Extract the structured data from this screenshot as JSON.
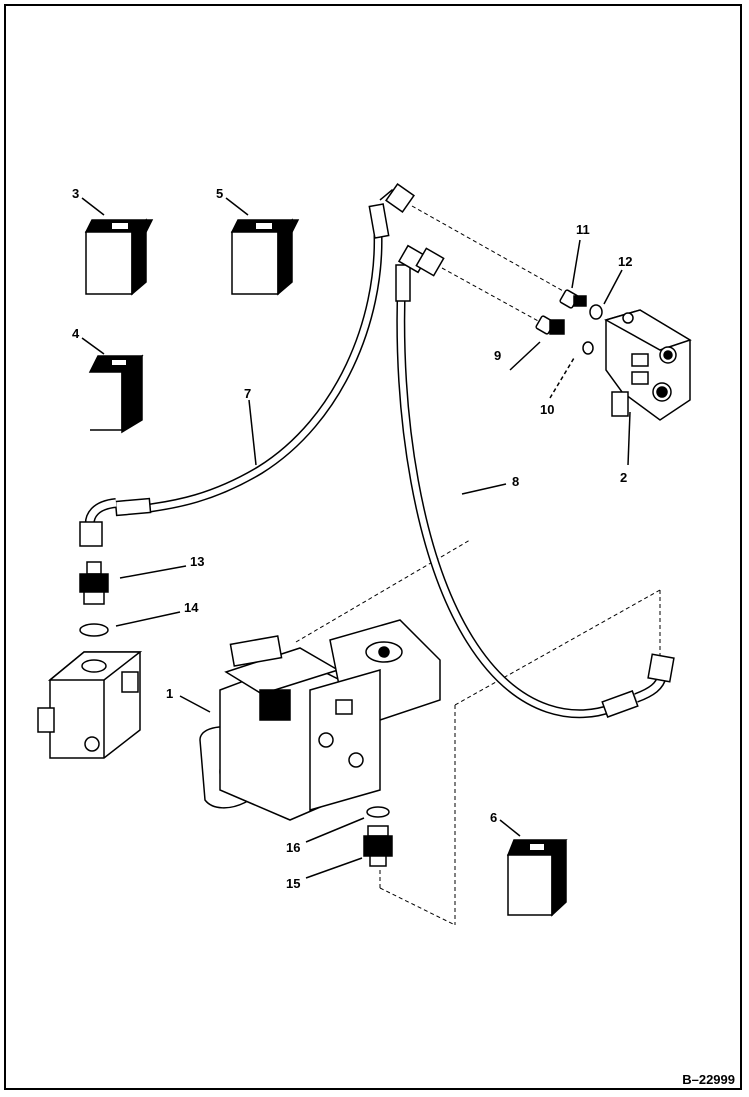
{
  "diagram": {
    "callouts": {
      "c1": "1",
      "c2": "2",
      "c3": "3",
      "c4": "4",
      "c5": "5",
      "c6": "6",
      "c7": "7",
      "c8": "8",
      "c9": "9",
      "c10": "10",
      "c11": "11",
      "c12": "12",
      "c13": "13",
      "c14": "14",
      "c15": "15",
      "c16": "16"
    },
    "reference_number": "B–22999"
  }
}
